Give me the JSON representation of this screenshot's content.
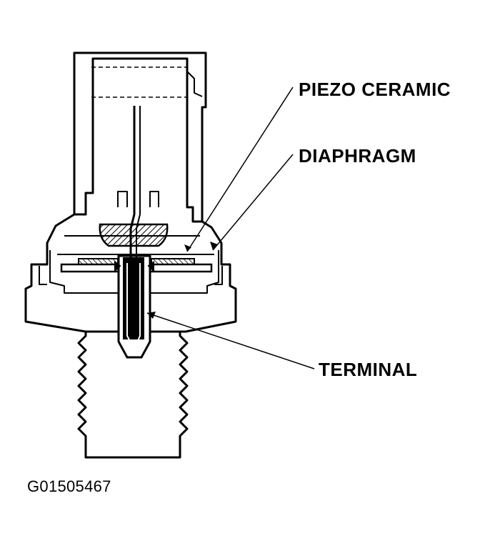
{
  "labels": {
    "piezo_ceramic": "PIEZO CERAMIC",
    "diaphragm": "DIAPHRAGM",
    "terminal": "TERMINAL"
  },
  "figure_code": "G01505467"
}
